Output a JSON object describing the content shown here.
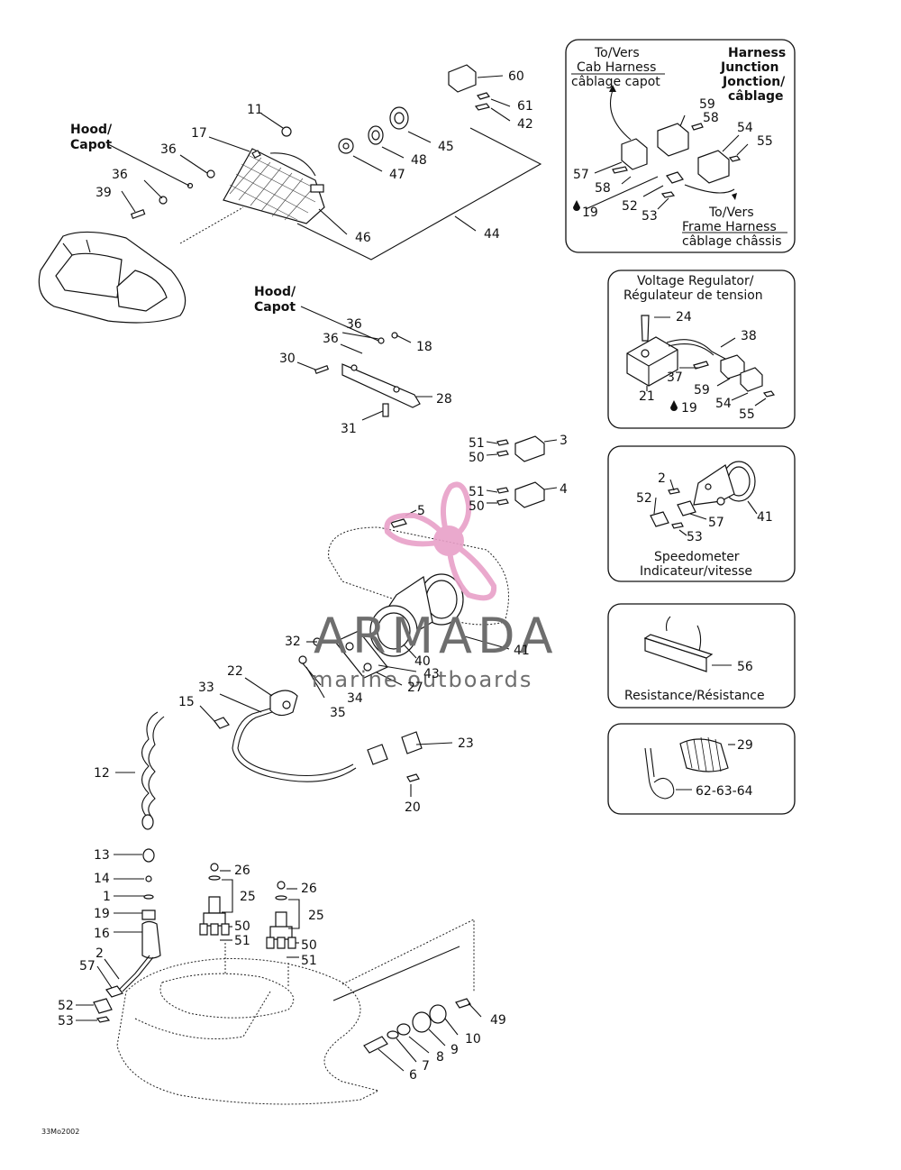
{
  "hood_labels": {
    "hood_1": [
      "Hood/",
      "Capot"
    ],
    "hood_2": [
      "Hood/",
      "Capot"
    ]
  },
  "callouts": {
    "c60": "60",
    "c61": "61",
    "c42": "42",
    "c11": "11",
    "c17": "17",
    "c36a": "36",
    "c36b": "36",
    "c39": "39",
    "c45": "45",
    "c48": "48",
    "c47": "47",
    "c46": "46",
    "c44": "44",
    "c36c": "36",
    "c36d": "36",
    "c18": "18",
    "c30": "30",
    "c28": "28",
    "c31": "31",
    "c3": "3",
    "c51a": "51",
    "c50a": "50",
    "c51b": "51",
    "c4": "4",
    "c50b": "50",
    "c5": "5",
    "c32": "32",
    "c41": "41",
    "c40": "40",
    "c43": "43",
    "c27": "27",
    "c34": "34",
    "c35": "35",
    "c22": "22",
    "c33": "33",
    "c15": "15",
    "c23": "23",
    "c12": "12",
    "c20": "20",
    "c13": "13",
    "c14": "14",
    "c1": "1",
    "c19": "19",
    "c16": "16",
    "c2": "2",
    "c57": "57",
    "c52": "52",
    "c53": "53",
    "c26a": "26",
    "c25a": "25",
    "c50c": "50",
    "c51c": "51",
    "c26b": "26",
    "c25b": "25",
    "c50d": "50",
    "c51d": "51",
    "c49": "49",
    "c10": "10",
    "c9": "9",
    "c8": "8",
    "c7": "7",
    "c6": "6"
  },
  "panels": {
    "harness": {
      "to_cab": [
        "To/Vers",
        "Cab Harness",
        "câblage capot"
      ],
      "junction": [
        "Harness",
        "Junction",
        "Jonction/",
        "câblage"
      ],
      "to_frame": [
        "To/Vers",
        "Frame Harness",
        "câblage châssis"
      ],
      "callouts": {
        "p59": "59",
        "p58a": "58",
        "p54": "54",
        "p55": "55",
        "p57": "57",
        "p58b": "58",
        "p52": "52",
        "p53": "53",
        "p19": "19"
      }
    },
    "regulator": {
      "title": [
        "Voltage Regulator/",
        "Régulateur de tension"
      ],
      "callouts": {
        "r24": "24",
        "r38": "38",
        "r37": "37",
        "r21": "21",
        "r59": "59",
        "r19": "19",
        "r54": "54",
        "r55": "55"
      }
    },
    "speedometer": {
      "title": [
        "Speedometer",
        "Indicateur/vitesse"
      ],
      "callouts": {
        "s2": "2",
        "s52": "52",
        "s57": "57",
        "s53": "53",
        "s41": "41"
      }
    },
    "resistance": {
      "title": "Resistance/Résistance",
      "callouts": {
        "z56": "56"
      }
    },
    "tie": {
      "callouts": {
        "t29": "29",
        "t62": "62-63-64"
      }
    }
  },
  "watermark": {
    "brand": "ARMADA",
    "tagline": "marine outboards",
    "color": "#e8a0c8"
  },
  "footer_code": "33Mo2002"
}
